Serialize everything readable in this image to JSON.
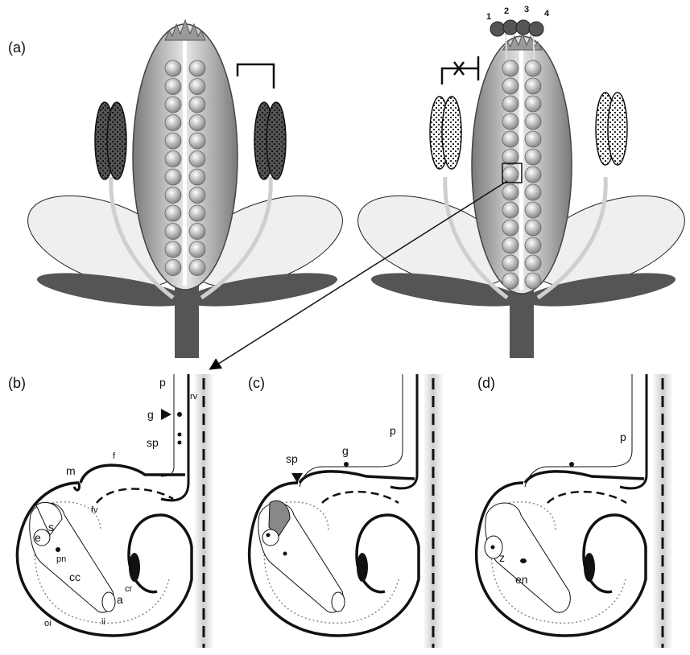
{
  "panels": {
    "a": "(a)",
    "b": "(b)",
    "c": "(c)",
    "d": "(d)"
  },
  "stigma_lobes": [
    "1",
    "2",
    "3",
    "4"
  ],
  "labels_b": {
    "p": "p",
    "rv": "rv",
    "g": "g",
    "sp": "sp",
    "m": "m",
    "f": "f",
    "fv": "fv",
    "e": "e",
    "s": "s",
    "pn": "pn",
    "cr": "cr",
    "cc": "cc",
    "a": "a",
    "ii": "ii",
    "oi": "oi"
  },
  "labels_c": {
    "p": "p",
    "g": "g",
    "sp": "sp"
  },
  "labels_d": {
    "p": "p",
    "z": "z",
    "en": "en"
  },
  "colors": {
    "sepal": "#555555",
    "petal": "#efefef",
    "stem": "#555555",
    "filament": "#cfcfcf",
    "anther_dark": "#3a3a3a",
    "ovule": "#9a9a9a"
  }
}
